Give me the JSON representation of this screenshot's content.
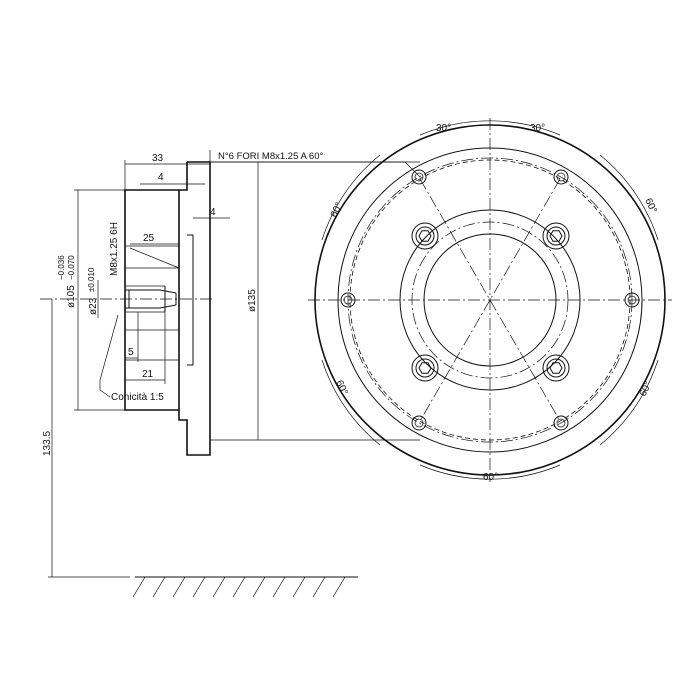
{
  "drawing": {
    "note_holes": "N°6 FORI  M8x1.25 A 60°",
    "conicity": "Conicità  1:5",
    "dims": {
      "d33": "33",
      "d4a": "4",
      "d4b": "4",
      "d25": "25",
      "d5": "5",
      "d21": "21",
      "thread": "M8x1.25  6H",
      "bore": "ø23",
      "bore_tol": "±0.010",
      "d105": "ø105",
      "d105_tol_up": "−0.036",
      "d105_tol_lo": "−0.070",
      "d135": "ø135",
      "d133_5": "133.5"
    },
    "angles": {
      "a30_left": "30°",
      "a30_right": "30°",
      "a60_top_left": "60°",
      "a60_top_right": "60°",
      "a60_bot_left": "60°",
      "a60_bot_right": "60°",
      "a60_bottom": "60°"
    }
  }
}
